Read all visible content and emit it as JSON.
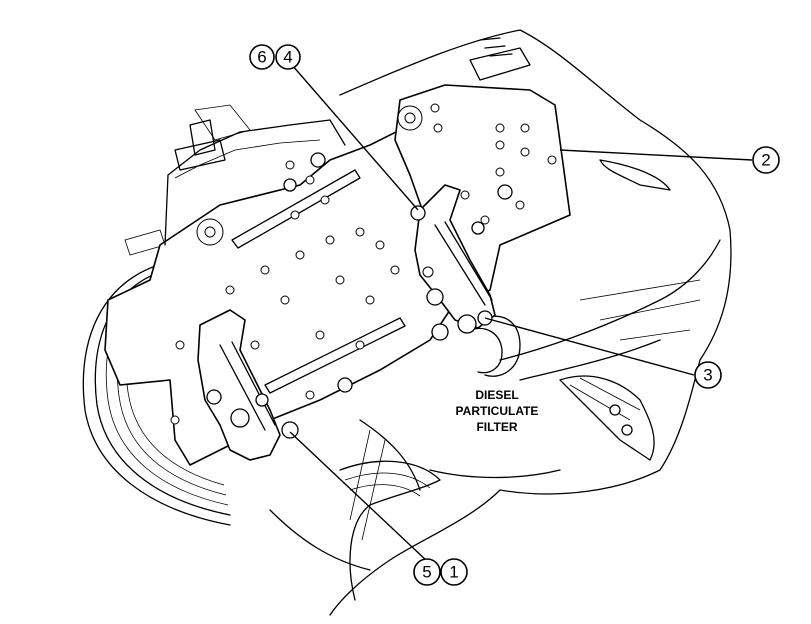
{
  "callouts": {
    "c6": "6",
    "c4": "4",
    "c2": "2",
    "c3": "3",
    "c5": "5",
    "c1": "1"
  },
  "part_label": {
    "line1": "DIESEL",
    "line2": "PARTICULATE",
    "line3": "FILTER"
  }
}
